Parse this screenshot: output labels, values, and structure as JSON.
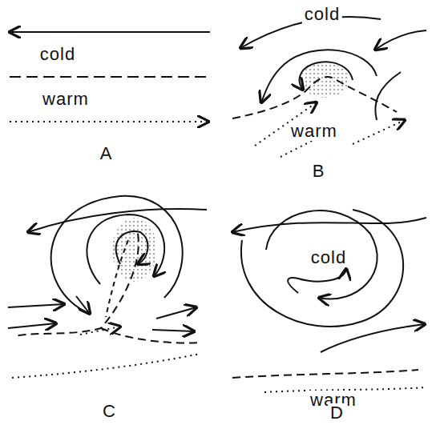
{
  "diagram": {
    "labels": [
      "cold",
      "warm",
      "A",
      "cold",
      "warm",
      "B",
      "C",
      "cold",
      "warm",
      "D"
    ]
  }
}
